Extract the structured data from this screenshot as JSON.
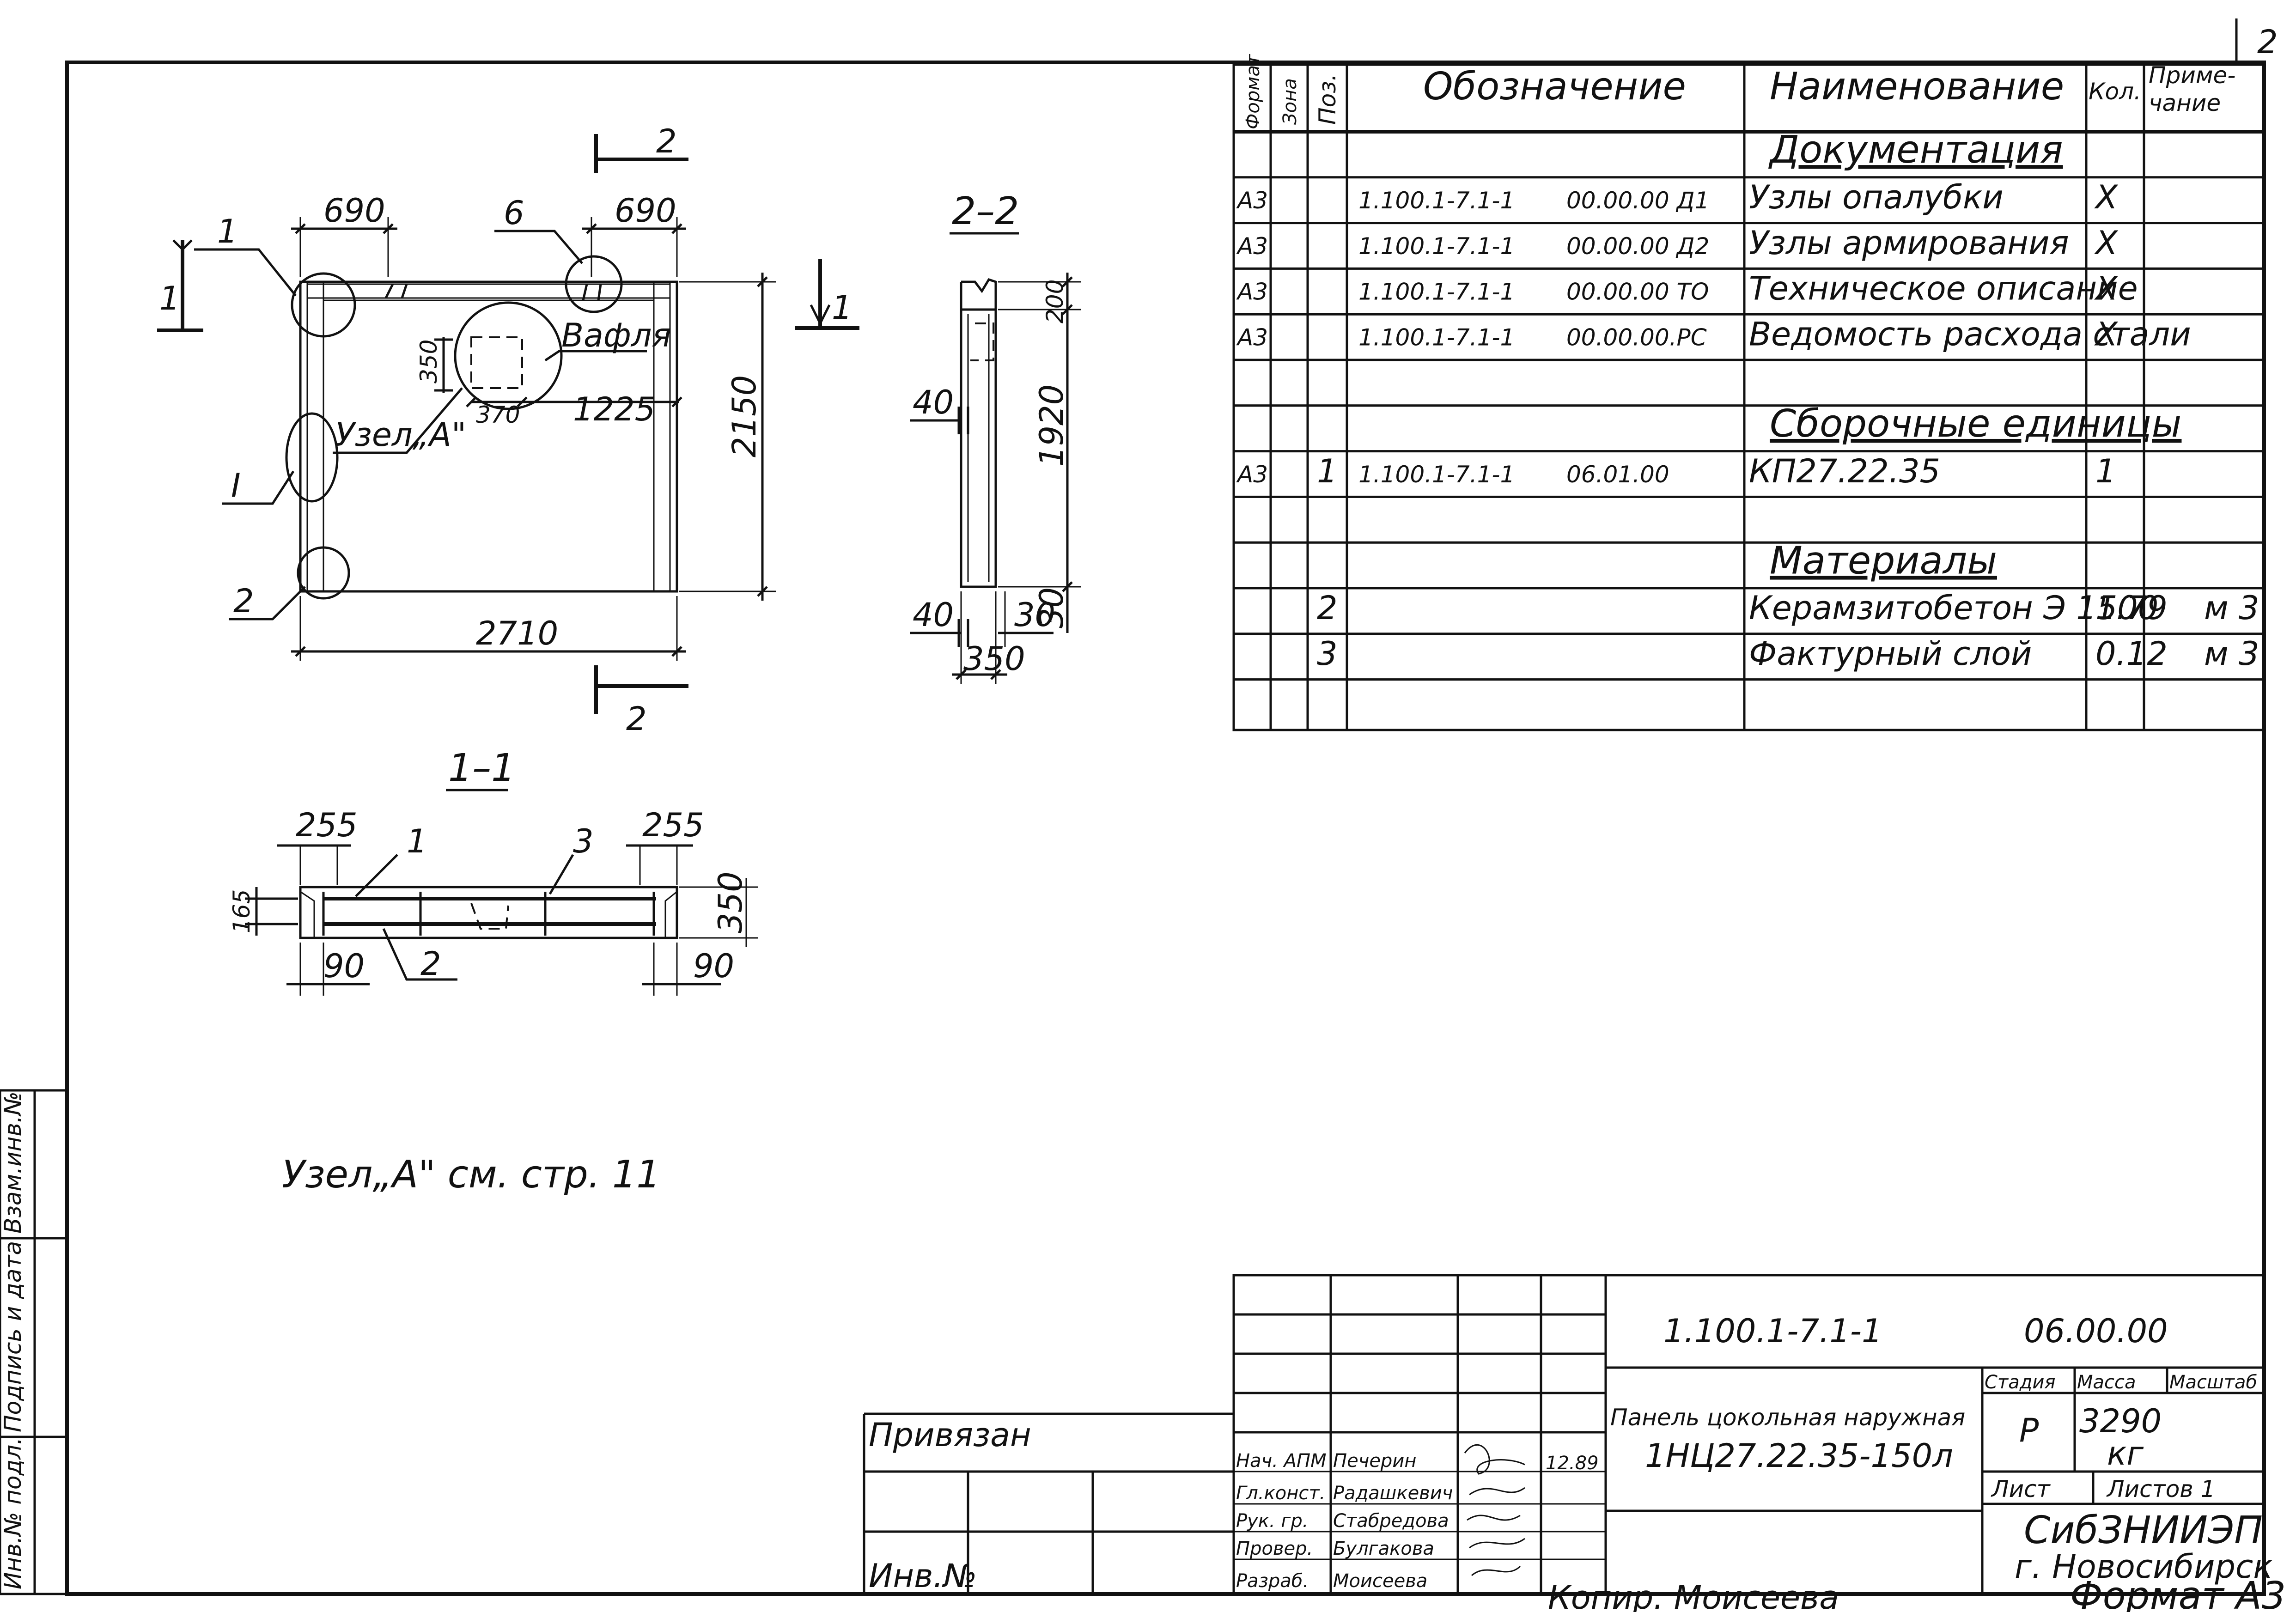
{
  "page_number": "2",
  "left_margin": {
    "inv_sub": "Инв.№ подл.",
    "signature_date": "Подпись и дата",
    "replaced_inv": "Взам.инв.№"
  },
  "plan": {
    "section_2": "2",
    "section_1": "1",
    "dim_690_left": "690",
    "dim_690_right": "690",
    "dim_350": "350",
    "dim_370": "370",
    "dim_1225": "1225",
    "dim_2150": "2150",
    "dim_2710": "2710",
    "leader_1": "1",
    "leader_6": "6",
    "leader_2": "2",
    "leader_I": "I",
    "vafla": "Вафля",
    "uzel_a": "Узел„А\""
  },
  "section_2_2": {
    "title": "2–2",
    "dim_200": "200",
    "dim_1920": "1920",
    "dim_40_top": "40",
    "dim_40_bottom": "40",
    "dim_30_a": "30",
    "dim_30_b": "30",
    "dim_350": "350"
  },
  "section_1_1": {
    "title": "1–1",
    "dim_255_left": "255",
    "dim_255_right": "255",
    "dim_165": "165",
    "dim_350": "350",
    "dim_90_left": "90",
    "dim_90_right": "90",
    "leader_1": "1",
    "leader_2": "2",
    "leader_3": "3"
  },
  "note": "Узел„А\" см. стр. 11",
  "spec": {
    "headers": {
      "format": "Формат",
      "zone": "Зона",
      "pos": "Поз.",
      "designation": "Обозначение",
      "name": "Наименование",
      "qty": "Кол.",
      "note": "Приме-\nчание"
    },
    "rows": [
      {
        "format": "",
        "pos": "",
        "code": "",
        "subcode": "",
        "name": "Документация",
        "qty": "",
        "note": "",
        "heading": true
      },
      {
        "format": "А3",
        "pos": "",
        "code": "1.100.1-7.1-1",
        "subcode": "00.00.00 Д1",
        "name": "Узлы опалубки",
        "qty": "X",
        "note": "",
        "heading": false
      },
      {
        "format": "А3",
        "pos": "",
        "code": "1.100.1-7.1-1",
        "subcode": "00.00.00 Д2",
        "name": "Узлы армирования",
        "qty": "X",
        "note": "",
        "heading": false
      },
      {
        "format": "А3",
        "pos": "",
        "code": "1.100.1-7.1-1",
        "subcode": "00.00.00 ТО",
        "name": "Техническое описание",
        "qty": "X",
        "note": "",
        "heading": false
      },
      {
        "format": "А3",
        "pos": "",
        "code": "1.100.1-7.1-1",
        "subcode": "00.00.00.РС",
        "name": "Ведомость расхода стали",
        "qty": "X",
        "note": "",
        "heading": false
      },
      {
        "format": "",
        "pos": "",
        "code": "",
        "subcode": "",
        "name": "",
        "qty": "",
        "note": "",
        "heading": false
      },
      {
        "format": "",
        "pos": "",
        "code": "",
        "subcode": "",
        "name": "Сборочные единицы",
        "qty": "",
        "note": "",
        "heading": true
      },
      {
        "format": "А3",
        "pos": "1",
        "code": "1.100.1-7.1-1",
        "subcode": "06.01.00",
        "name": "КП27.22.35",
        "qty": "1",
        "note": "",
        "heading": false
      },
      {
        "format": "",
        "pos": "",
        "code": "",
        "subcode": "",
        "name": "",
        "qty": "",
        "note": "",
        "heading": false
      },
      {
        "format": "",
        "pos": "",
        "code": "",
        "subcode": "",
        "name": "Материалы",
        "qty": "",
        "note": "",
        "heading": true
      },
      {
        "format": "",
        "pos": "2",
        "code": "",
        "subcode": "",
        "name": "Керамзитобетон Э 1500",
        "qty": "1.79",
        "note": "м 3",
        "heading": false
      },
      {
        "format": "",
        "pos": "3",
        "code": "",
        "subcode": "",
        "name": "Фактурный слой",
        "qty": "0.12",
        "note": "м 3",
        "heading": false
      },
      {
        "format": "",
        "pos": "",
        "code": "",
        "subcode": "",
        "name": "",
        "qty": "",
        "note": "",
        "heading": false
      }
    ]
  },
  "title_block": {
    "doc_code": "1.100.1-7.1-1",
    "doc_suffix": "06.00.00",
    "name_line1": "Панель цокольная наружная",
    "name_line2": "1НЦ27.22.35-150л",
    "stage_label": "Стадия",
    "mass_label": "Масса",
    "scale_label": "Масштаб",
    "stage": "Р",
    "mass": "3290",
    "mass_unit": "кг",
    "sheet_label": "Лист",
    "sheets_label": "Листов 1",
    "org_line1": "СибЗНИИЭП",
    "org_line2": "г. Новосибирск",
    "date": "12.89",
    "privyazan": "Привязан",
    "inv_no": "Инв.№",
    "staff": [
      {
        "role": "Нач. АПМ",
        "name": "Печерин"
      },
      {
        "role": "Гл.конст.",
        "name": "Радашкевич"
      },
      {
        "role": "Рук. гр.",
        "name": "Стабредова"
      },
      {
        "role": "Провер.",
        "name": "Булгакова"
      },
      {
        "role": "Разраб.",
        "name": "Моисеева"
      }
    ]
  },
  "footer": {
    "copied": "Копир. Моисеева",
    "format": "Формат А3"
  }
}
